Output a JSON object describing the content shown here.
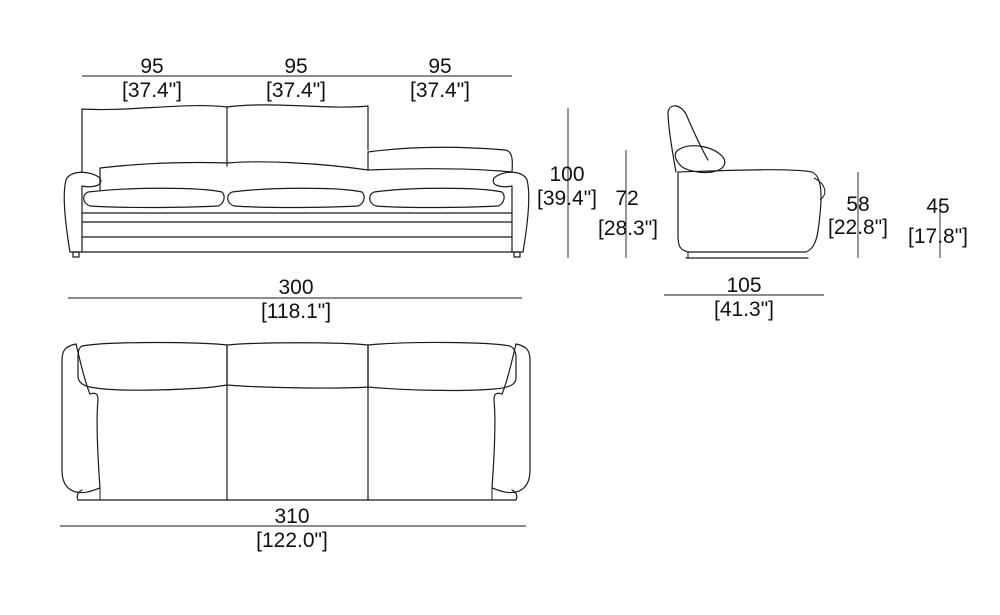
{
  "front_view": {
    "seat_1": {
      "cm": "95",
      "in": "[37.4\"]"
    },
    "seat_2": {
      "cm": "95",
      "in": "[37.4\"]"
    },
    "seat_3": {
      "cm": "95",
      "in": "[37.4\"]"
    },
    "height": {
      "cm": "100",
      "in": "[39.4\"]"
    },
    "arm_height": {
      "cm": "72",
      "in": "[28.3\"]"
    }
  },
  "side_view": {
    "depth": {
      "cm": "105",
      "in": "[41.3\"]"
    },
    "seat_back_height": {
      "cm": "58",
      "in": "[22.8\"]"
    },
    "seat_height": {
      "cm": "45",
      "in": "[17.8\"]"
    }
  },
  "top_view": {
    "seat_width": {
      "cm": "300",
      "in": "[118.1\"]"
    },
    "overall_width": {
      "cm": "310",
      "in": "[122.0\"]"
    }
  }
}
